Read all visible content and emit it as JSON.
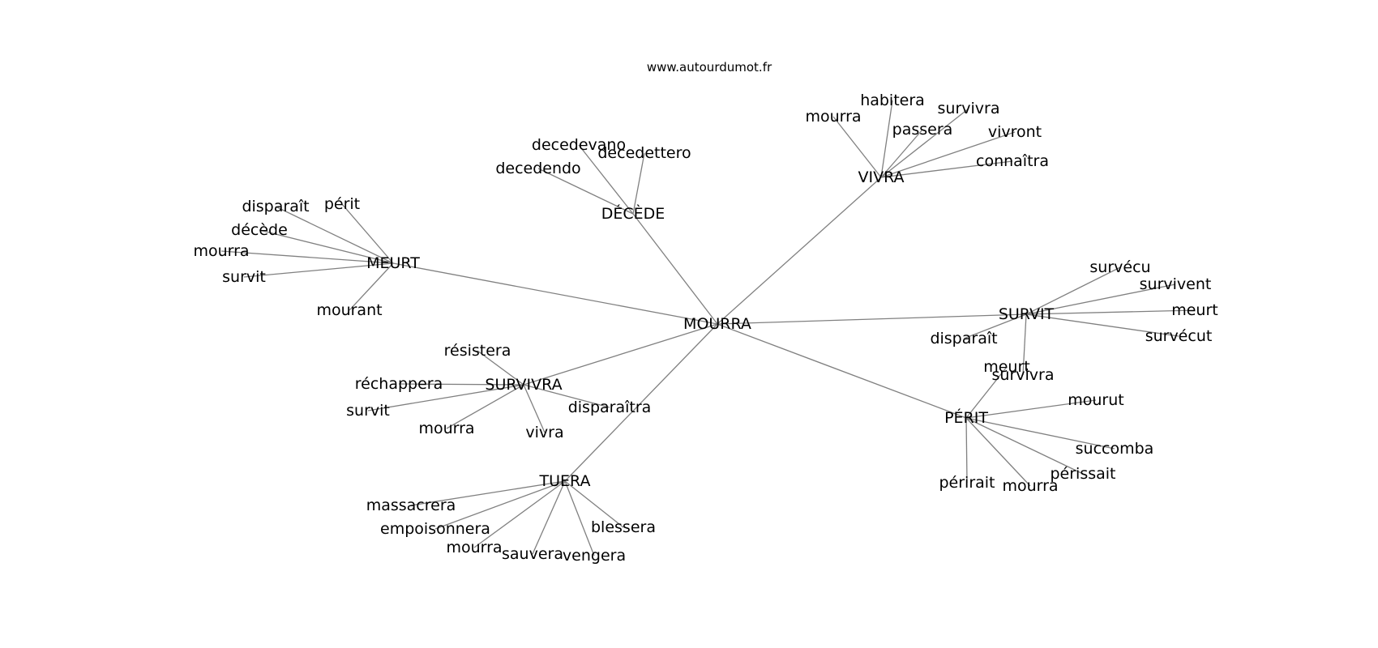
{
  "site_label": "www.autourdumot.fr",
  "root": "MOURRA",
  "clusters": [
    {
      "hub": "DÉCÈDE",
      "words": [
        "decedevano",
        "decedettero",
        "decedendo"
      ]
    },
    {
      "hub": "VIVRA",
      "words": [
        "mourra",
        "habitera",
        "survivra",
        "passera",
        "vivront",
        "connaîtra"
      ]
    },
    {
      "hub": "MEURT",
      "words": [
        "disparaît",
        "périt",
        "décède",
        "mourra",
        "survit",
        "mourant"
      ]
    },
    {
      "hub": "SURVIT",
      "words": [
        "survécu",
        "survivent",
        "meurt",
        "survécut",
        "disparaît",
        "survivra"
      ]
    },
    {
      "hub": "SURVIVRA",
      "words": [
        "résistera",
        "réchappera",
        "survit",
        "mourra",
        "vivra",
        "disparaîtra"
      ]
    },
    {
      "hub": "PÉRIT",
      "words": [
        "meurt",
        "mourut",
        "succomba",
        "périssait",
        "mourra",
        "périrait"
      ]
    },
    {
      "hub": "TUERA",
      "words": [
        "massacrera",
        "empoisonnera",
        "mourra",
        "sauvera",
        "vengera",
        "blessera"
      ]
    }
  ]
}
